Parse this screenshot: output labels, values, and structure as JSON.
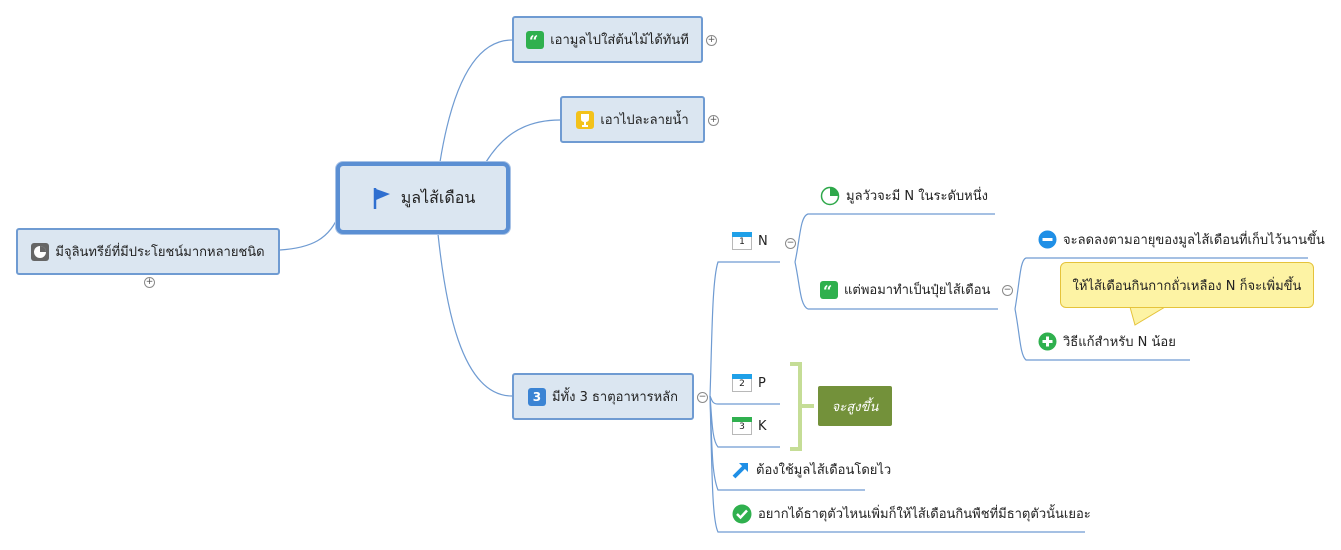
{
  "central": {
    "label": "มูลไส้เดือน",
    "icon": "flag-icon"
  },
  "left_topic": {
    "label": "มีจุลินทรีย์ที่มีประโยชน์มากหลายชนิด",
    "icon": "pie-chart-icon",
    "toggle": "+"
  },
  "topic_quote": {
    "label": "เอามูลไปใส่ต้นไม้ได้ทันที",
    "icon": "quote-icon",
    "toggle": "+"
  },
  "topic_trophy": {
    "label": "เอาไปละลายน้ำ",
    "icon": "trophy-icon",
    "toggle": "+"
  },
  "topic_three": {
    "label": "มีทั้ง 3 ธาตุอาหารหลัก",
    "icon_text": "3",
    "toggle": "−"
  },
  "n_branch": {
    "label": "N",
    "cal_num": "1",
    "toggle": "−"
  },
  "n_quarter": {
    "label": "มูลวัวจะมี N ในระดับหนึ่ง",
    "icon": "quarter-pie-icon"
  },
  "n_compost": {
    "label": "แต่พอมาทำเป็นปุ๋ยไส้เดือน",
    "icon": "quote-icon",
    "toggle": "−"
  },
  "n_minus": {
    "label": "จะลดลงตามอายุของมูลไส้เดือนที่เก็บไว้นานขึ้น",
    "icon": "minus-icon"
  },
  "n_plus": {
    "label": "วิธีแก้สำหรับ N น้อย",
    "icon": "plus-icon"
  },
  "callout": {
    "text": "ให้ไส้เดือนกินกากถั่วเหลือง N ก็จะเพิ่มขึ้น"
  },
  "p_branch": {
    "label": "P",
    "cal_num": "2"
  },
  "k_branch": {
    "label": "K",
    "cal_num": "3"
  },
  "boundary_label": {
    "text": "จะสูงขึ้น"
  },
  "arrow_leaf": {
    "label": "ต้องใช้มูลไส้เดือนโดยไว",
    "icon": "arrow-up-right-icon"
  },
  "check_leaf": {
    "label": "อยากได้ธาตุตัวไหนเพิ่มก็ให้ไส้เดือนกินพืชที่มีธาตุตัวนั้นเยอะ",
    "icon": "check-icon"
  },
  "colors": {
    "line": "#6f9bd2",
    "box_fill": "#dbe6f1",
    "callout": "#fdf3a4",
    "boundary": "#c5dd96",
    "olive": "#73913a"
  }
}
